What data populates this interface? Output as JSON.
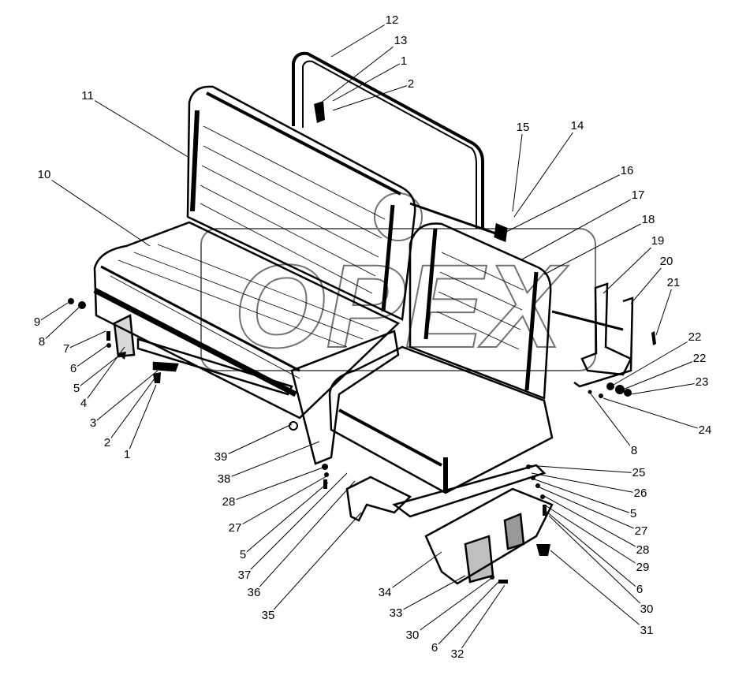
{
  "diagram": {
    "watermark": "OPEX",
    "callouts": [
      {
        "id": "c12a",
        "text": "12"
      },
      {
        "id": "c13",
        "text": "13"
      },
      {
        "id": "c1a",
        "text": "1"
      },
      {
        "id": "c2a",
        "text": "2"
      },
      {
        "id": "c11",
        "text": "11"
      },
      {
        "id": "c15",
        "text": "15"
      },
      {
        "id": "c14",
        "text": "14"
      },
      {
        "id": "c16",
        "text": "16"
      },
      {
        "id": "c10",
        "text": "10"
      },
      {
        "id": "c17",
        "text": "17"
      },
      {
        "id": "c18",
        "text": "18"
      },
      {
        "id": "c19",
        "text": "19"
      },
      {
        "id": "c20",
        "text": "20"
      },
      {
        "id": "c21",
        "text": "21"
      },
      {
        "id": "c9",
        "text": "9"
      },
      {
        "id": "c8a",
        "text": "8"
      },
      {
        "id": "c7",
        "text": "7"
      },
      {
        "id": "c6a",
        "text": "6"
      },
      {
        "id": "c5a",
        "text": "5"
      },
      {
        "id": "c4",
        "text": "4"
      },
      {
        "id": "c3",
        "text": "3"
      },
      {
        "id": "c2b",
        "text": "2"
      },
      {
        "id": "c1b",
        "text": "1"
      },
      {
        "id": "c22a",
        "text": "22"
      },
      {
        "id": "c22b",
        "text": "22"
      },
      {
        "id": "c23",
        "text": "23"
      },
      {
        "id": "c24",
        "text": "24"
      },
      {
        "id": "c8b",
        "text": "8"
      },
      {
        "id": "c39",
        "text": "39"
      },
      {
        "id": "c38",
        "text": "38"
      },
      {
        "id": "c28a",
        "text": "28"
      },
      {
        "id": "c27a",
        "text": "27"
      },
      {
        "id": "c5b",
        "text": "5"
      },
      {
        "id": "c37",
        "text": "37"
      },
      {
        "id": "c36",
        "text": "36"
      },
      {
        "id": "c35",
        "text": "35"
      },
      {
        "id": "c25",
        "text": "25"
      },
      {
        "id": "c26",
        "text": "26"
      },
      {
        "id": "c5c",
        "text": "5"
      },
      {
        "id": "c27b",
        "text": "27"
      },
      {
        "id": "c28b",
        "text": "28"
      },
      {
        "id": "c29",
        "text": "29"
      },
      {
        "id": "c6b",
        "text": "6"
      },
      {
        "id": "c30a",
        "text": "30"
      },
      {
        "id": "c31",
        "text": "31"
      },
      {
        "id": "c34",
        "text": "34"
      },
      {
        "id": "c33",
        "text": "33"
      },
      {
        "id": "c30b",
        "text": "30"
      },
      {
        "id": "c6c",
        "text": "6"
      },
      {
        "id": "c32",
        "text": "32"
      }
    ]
  }
}
